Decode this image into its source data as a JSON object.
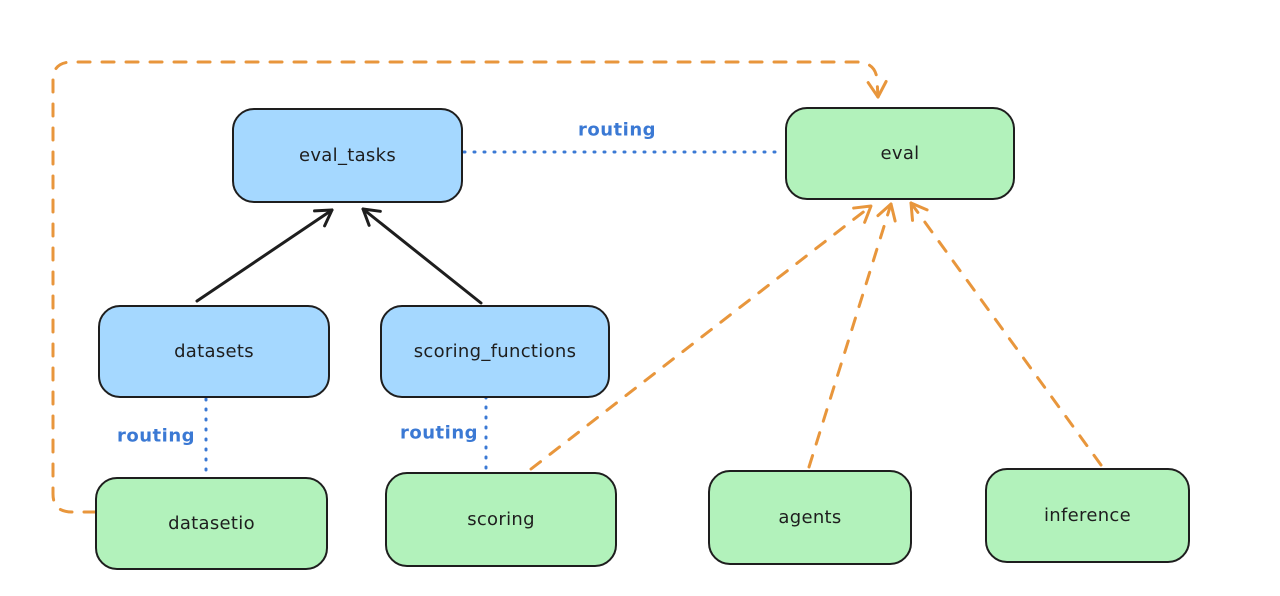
{
  "diagram": {
    "type": "flowchart",
    "background": "#ffffff",
    "colors": {
      "node_blue_fill": "#a5d8ff",
      "node_green_fill": "#b2f2bb",
      "node_border": "#1e1e1e",
      "black_edge": "#1e1e1e",
      "blue_edge": "#3b79d4",
      "orange_edge": "#e8963c",
      "routing_label": "#3b79d4"
    },
    "nodes": {
      "eval_tasks": {
        "label": "eval_tasks",
        "fill": "blue"
      },
      "eval": {
        "label": "eval",
        "fill": "green"
      },
      "datasets": {
        "label": "datasets",
        "fill": "blue"
      },
      "scoring_functions": {
        "label": "scoring_functions",
        "fill": "blue"
      },
      "datasetio": {
        "label": "datasetio",
        "fill": "green"
      },
      "scoring": {
        "label": "scoring",
        "fill": "green"
      },
      "agents": {
        "label": "agents",
        "fill": "green"
      },
      "inference": {
        "label": "inference",
        "fill": "green"
      }
    },
    "edge_labels": {
      "eval_tasks_to_eval": "routing",
      "datasets_to_datasetio": "routing",
      "scoring_functions_to_scoring": "routing"
    },
    "edges": [
      {
        "from": "datasets",
        "to": "eval_tasks",
        "style": "solid",
        "color": "#1e1e1e",
        "arrow": true
      },
      {
        "from": "scoring_functions",
        "to": "eval_tasks",
        "style": "solid",
        "color": "#1e1e1e",
        "arrow": true
      },
      {
        "from": "eval_tasks",
        "to": "eval",
        "style": "dotted",
        "color": "#3b79d4",
        "arrow": false,
        "label": "routing"
      },
      {
        "from": "datasets",
        "to": "datasetio",
        "style": "dotted",
        "color": "#3b79d4",
        "arrow": false,
        "label": "routing"
      },
      {
        "from": "scoring_functions",
        "to": "scoring",
        "style": "dotted",
        "color": "#3b79d4",
        "arrow": false,
        "label": "routing"
      },
      {
        "from": "datasetio",
        "to": "eval",
        "style": "dashed",
        "color": "#e8963c",
        "arrow": true,
        "route": "around-top-left"
      },
      {
        "from": "scoring",
        "to": "eval",
        "style": "dashed",
        "color": "#e8963c",
        "arrow": true
      },
      {
        "from": "agents",
        "to": "eval",
        "style": "dashed",
        "color": "#e8963c",
        "arrow": true
      },
      {
        "from": "inference",
        "to": "eval",
        "style": "dashed",
        "color": "#e8963c",
        "arrow": true
      }
    ]
  }
}
